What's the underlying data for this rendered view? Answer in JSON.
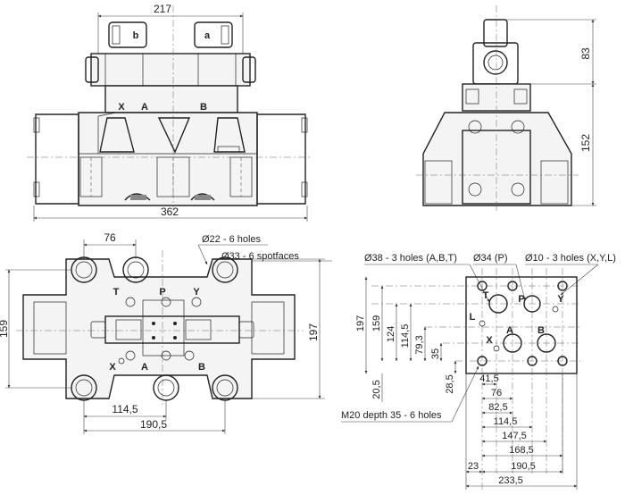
{
  "front_view": {
    "top_dim": "217",
    "bottom_dim": "362",
    "solenoid_b": "b",
    "solenoid_a": "a",
    "port_x": "X",
    "port_a": "A",
    "port_b": "B"
  },
  "side_view": {
    "dim_upper": "83",
    "dim_lower": "152"
  },
  "top_view": {
    "dim_76": "76",
    "holes_22": "Ø22 - 6 holes",
    "spotfaces_33": "Ø33 - 6 spotfaces",
    "dim_159": "159",
    "dim_197": "197",
    "dim_114_5": "114,5",
    "dim_190_5": "190,5",
    "port_t": "T",
    "port_p": "P",
    "port_y": "Y",
    "port_x": "X",
    "port_a": "A",
    "port_b": "B"
  },
  "mounting_pattern": {
    "holes_38": "Ø38 - 3 holes (A,B,T)",
    "hole_34": "Ø34 (P)",
    "holes_10": "Ø10 - 3 holes (X,Y,L)",
    "m20_note": "M20 depth 35 - 6 holes",
    "port_t": "T",
    "port_p": "P",
    "port_y": "Y",
    "port_l": "L",
    "port_x": "X",
    "port_a": "A",
    "port_b": "B",
    "v_197": "197",
    "v_159": "159",
    "v_124": "124",
    "v_114_5": "114,5",
    "v_79_3": "79,3",
    "v_35": "35",
    "v_28_5": "28,5",
    "v_20_5": "20,5",
    "h_41_5": "41,5",
    "h_76": "76",
    "h_82_5": "82,5",
    "h_114_5": "114,5",
    "h_147_5": "147,5",
    "h_168_5": "168,5",
    "h_23": "23",
    "h_190_5": "190,5",
    "h_233_5": "233,5"
  }
}
